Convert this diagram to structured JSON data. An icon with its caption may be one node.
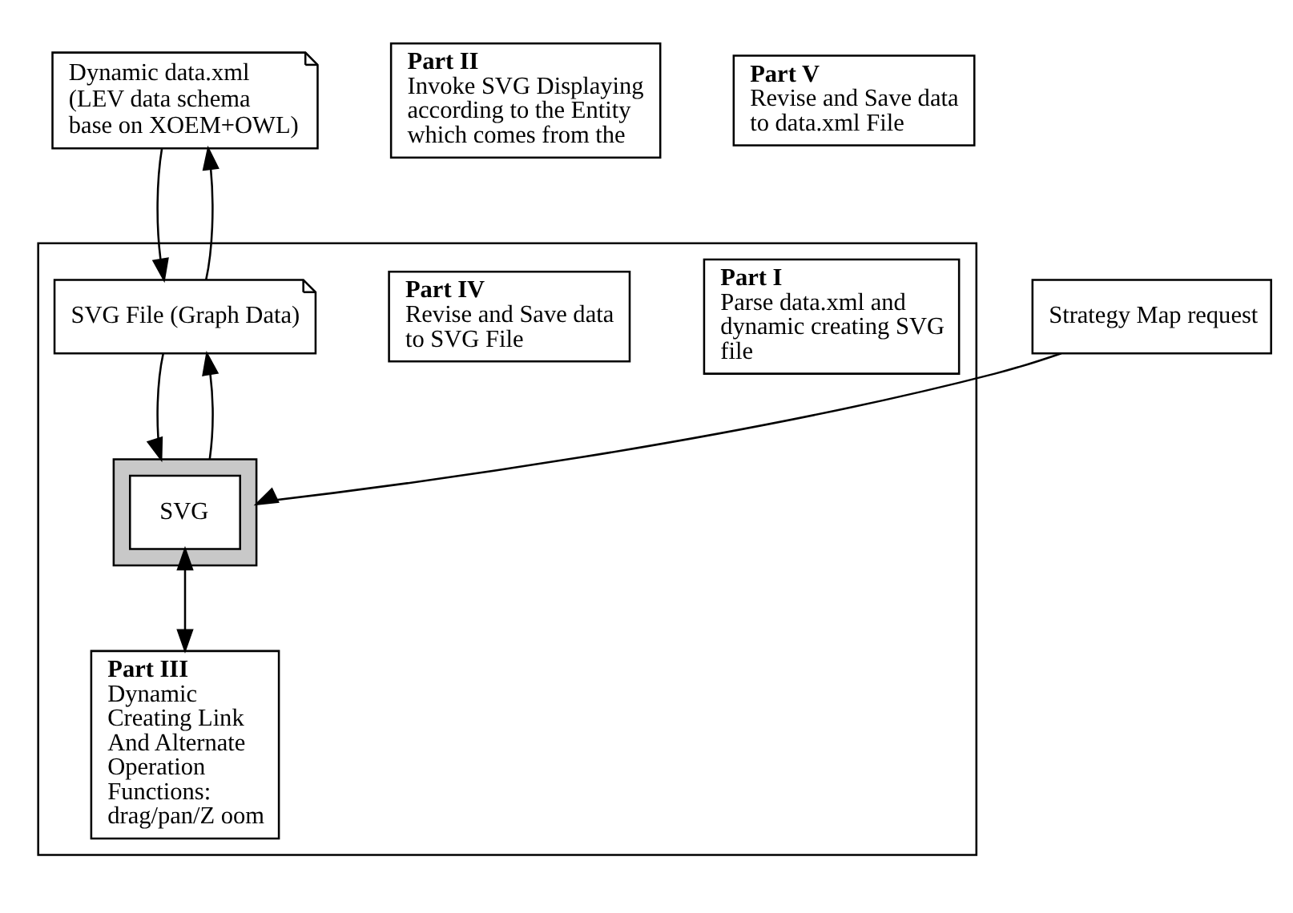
{
  "diagram": {
    "nodes": [
      {
        "text": [],
        "shape": "box"
      },
      {
        "text": [
          "Part II",
          "Invoke SVG Displaying according to the Entity which comes from the"
        ]
      },
      {
        "text": [
          "Strategy Map request"
        ]
      },
      {
        "text": [],
        "shape": "box",
        "in": 0
      },
      {
        "text": [
          "SVG"
        ],
        "in": 3
      },
      {
        "text": [
          "Part III",
          "Dynamic Creating Link And Alternate Operation Functions: drag/pan/Z oom"
        ],
        "in": 0
      },
      {
        "text": [
          "Part I",
          "Parse data.xml and dynamic creating SVG file"
        ],
        "in": 0
      },
      {
        "text": [
          "Part IV",
          "Revise and Save data to SVG File"
        ],
        "in": 0
      },
      {
        "text": [
          "Dynamic data.xml (LEV data schema base on XOEM+OWL)"
        ]
      },
      {
        "text": [
          "SVG File (Graph Data)"
        ],
        "in": 0
      },
      {
        "text": [
          "Part V",
          "Revise and Save data to data.xml File"
        ]
      }
    ],
    "edges": [
      {
        "from": 2,
        "to": 3,
        "arrow": "to"
      },
      {
        "from": 4,
        "to": 5,
        "arrow": "both"
      },
      {
        "from": 9,
        "to": 3,
        "arrow": "to"
      },
      {
        "from": 3,
        "to": 9,
        "arrow": "to"
      },
      {
        "from": 8,
        "to": 9,
        "arrow": "to"
      },
      {
        "from": 9,
        "to": 8,
        "arrow": "to"
      }
    ]
  }
}
